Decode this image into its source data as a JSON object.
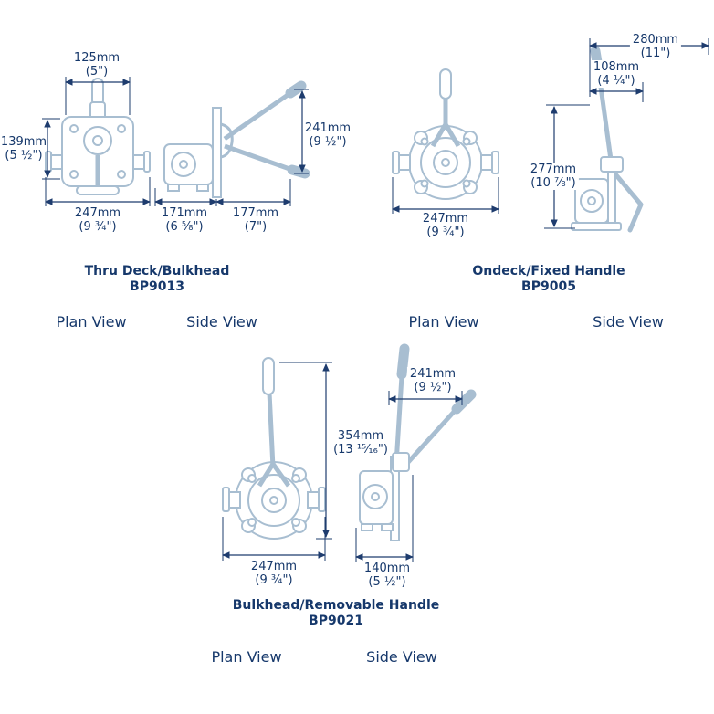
{
  "colors": {
    "background": "#ffffff",
    "text_navy": "#16386b",
    "drawing_line": "#a8bed1",
    "dimension_line": "#1e3c6e"
  },
  "bp9013": {
    "title": "Thru Deck/Bulkhead",
    "model": "BP9013",
    "plan_label": "Plan View",
    "side_label": "Side View",
    "dims": {
      "plan_top_width": {
        "mm": "125mm",
        "inch": "(5\")"
      },
      "plan_height": {
        "mm": "139mm",
        "inch": "(5 ½\")"
      },
      "plan_width": {
        "mm": "247mm",
        "inch": "(9 ¾\")"
      },
      "side_handle_height": {
        "mm": "241mm",
        "inch": "(9 ½\")"
      },
      "side_depth_rear": {
        "mm": "171mm",
        "inch": "(6 ⅝\")"
      },
      "side_depth_front": {
        "mm": "177mm",
        "inch": "(7\")"
      }
    }
  },
  "bp9005": {
    "title": "Ondeck/Fixed Handle",
    "model": "BP9005",
    "plan_label": "Plan View",
    "side_label": "Side View",
    "dims": {
      "plan_width": {
        "mm": "247mm",
        "inch": "(9 ¾\")"
      },
      "side_total_width": {
        "mm": "280mm",
        "inch": "(11\")"
      },
      "side_body_width": {
        "mm": "108mm",
        "inch": "(4 ¼\")"
      },
      "side_height": {
        "mm": "277mm",
        "inch": "(10 ⅞\")"
      }
    }
  },
  "bp9021": {
    "title": "Bulkhead/Removable Handle",
    "model": "BP9021",
    "plan_label": "Plan View",
    "side_label": "Side View",
    "dims": {
      "plan_height": {
        "mm": "354mm",
        "inch": "(13 ¹⁵⁄₁₆\")"
      },
      "plan_width": {
        "mm": "247mm",
        "inch": "(9 ¾\")"
      },
      "side_handle_span": {
        "mm": "241mm",
        "inch": "(9 ½\")"
      },
      "side_width": {
        "mm": "140mm",
        "inch": "(5 ½\")"
      }
    }
  }
}
